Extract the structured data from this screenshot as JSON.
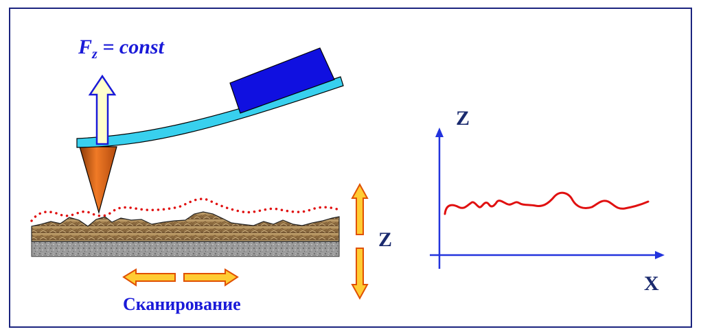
{
  "force_label": {
    "base": "F",
    "subscript": "z",
    "rest": " = const"
  },
  "scan_label": "Сканирование",
  "z_side_label": "Z",
  "graph": {
    "y_axis_label": "Z",
    "x_axis_label": "X"
  },
  "colors": {
    "frame": "#1a237e",
    "cantilever": "#38d0ee",
    "holder": "#1010e0",
    "tip": "#e86a1e",
    "trace": "#e01010",
    "axis": "#2233dd",
    "arrow_fill": "#ffcc33",
    "arrow_stroke": "#e05000",
    "label_blue": "#1a1ad8",
    "label_dark": "#1a2a6e"
  }
}
